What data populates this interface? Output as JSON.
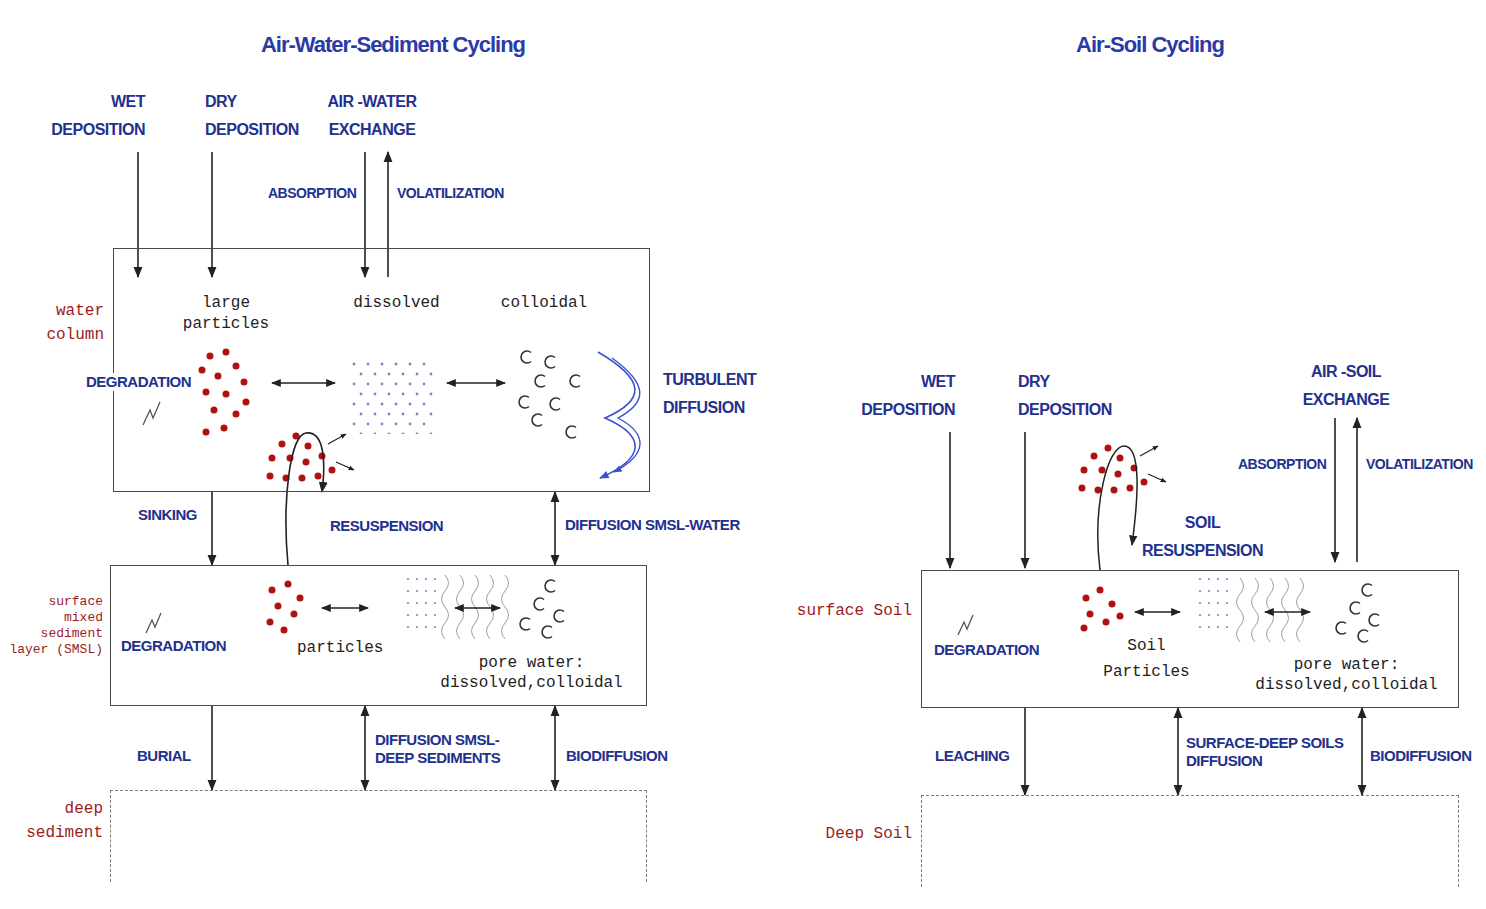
{
  "diagram": {
    "nodes": [
      {
        "text": [
          "water column",
          "large particles",
          "dissolved",
          "colloidal",
          "DEGRADATION"
        ]
      },
      {
        "text": [
          "surface mixed sediment layer (SMSL)",
          "DEGRADATION",
          "particles",
          "pore water: dissolved,colloidal"
        ]
      },
      {
        "text": [
          "deep sediment"
        ]
      },
      {
        "text": [
          "surface Soil",
          "DEGRADATION",
          "Soil Particles",
          "pore water: dissolved,colloidal"
        ]
      },
      {
        "text": [
          "Deep Soil"
        ]
      }
    ],
    "edges": [
      {
        "from": 0,
        "to": 1,
        "arrow": "to",
        "label": "SINKING"
      },
      {
        "from": 1,
        "to": 0,
        "arrow": "to",
        "label": "RESUSPENSION"
      },
      {
        "from": 0,
        "to": 1,
        "arrow": "both",
        "label": "DIFFUSION SMSL-WATER"
      },
      {
        "from": 1,
        "to": 2,
        "arrow": "to",
        "label": "BURIAL"
      },
      {
        "from": 1,
        "to": 2,
        "arrow": "both",
        "label": "DIFFUSION SMSL- DEEP SEDIMENTS"
      },
      {
        "from": 1,
        "to": 2,
        "arrow": "both",
        "label": "BIODIFFUSION"
      },
      {
        "from": 3,
        "to": 4,
        "arrow": "to",
        "label": "LEACHING"
      },
      {
        "from": 3,
        "to": 4,
        "arrow": "both",
        "label": "SURFACE-DEEP SOILS DIFFUSION"
      },
      {
        "from": 3,
        "to": 4,
        "arrow": "both",
        "label": "BIODIFFUSION"
      }
    ],
    "labels": [
      "Air-Water-Sediment Cycling",
      "WET DEPOSITION",
      "DRY DEPOSITION",
      "AIR -WATER EXCHANGE",
      "ABSORPTION",
      "VOLATILIZATION",
      "TURBULENT DIFFUSION",
      "Air-Soil Cycling",
      "WET DEPOSITION",
      "DRY DEPOSITION",
      "SOIL RESUSPENSION",
      "AIR -SOIL EXCHANGE",
      "ABSORPTION",
      "VOLATILIZATION"
    ]
  }
}
